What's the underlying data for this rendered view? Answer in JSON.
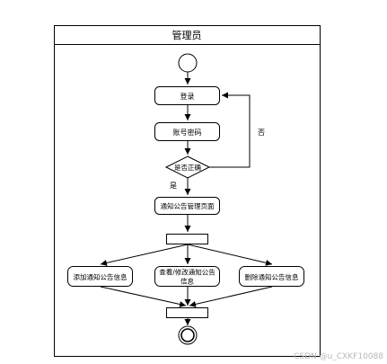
{
  "swimlane": {
    "title": "管理员"
  },
  "nodes": {
    "login": "登录",
    "account_password": "账号密码",
    "decision": "是否正确",
    "notice_page": "通知公告管理页面",
    "add_notice": "添加通知公告信息",
    "view_edit_line1": "查看/修改通知公告",
    "view_edit_line2": "信息",
    "delete_notice": "删除通知公告信息"
  },
  "edge_labels": {
    "no": "否",
    "yes": "是"
  },
  "watermark": "CSDN @u_CXKF10088"
}
